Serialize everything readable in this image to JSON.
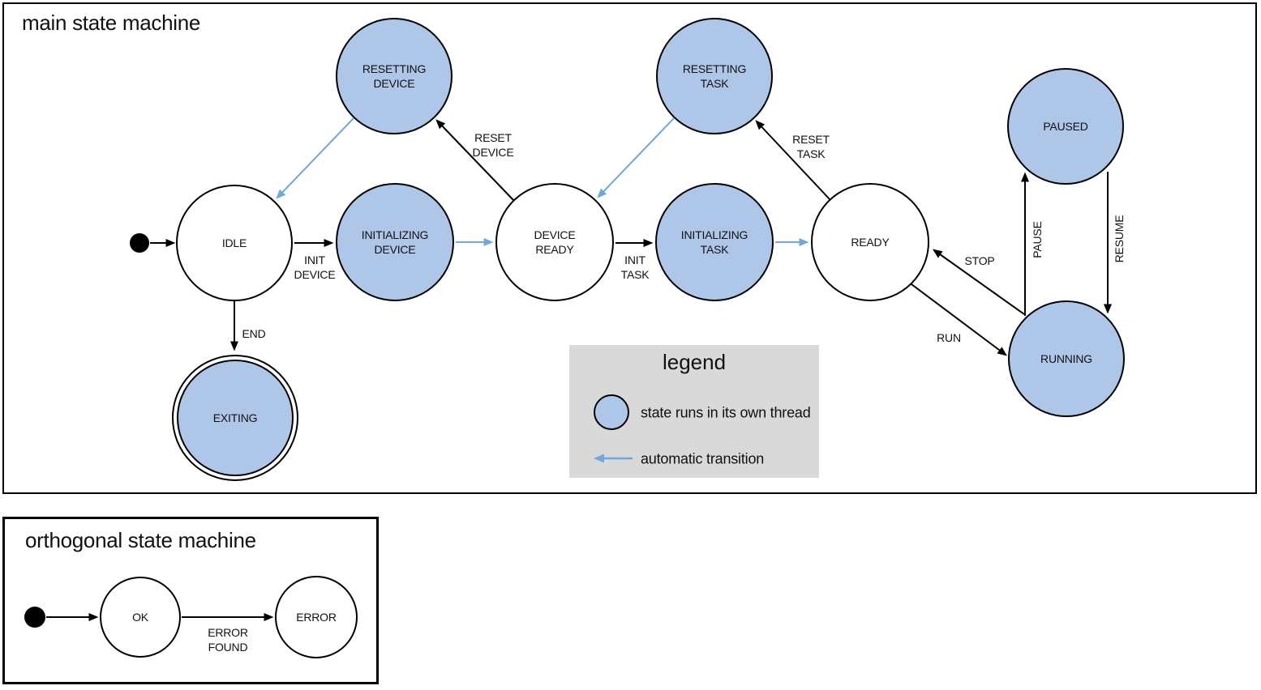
{
  "colors": {
    "thread_state_fill": "#aec6e8",
    "auto_transition_arrow": "#6fa8dc",
    "legend_background": "#d9d9d9",
    "stroke": "#000000"
  },
  "main_machine": {
    "title": "main state machine",
    "states": {
      "idle": "IDLE",
      "resetting_device": "RESETTING\nDEVICE",
      "initializing_device": "INITIALIZING\nDEVICE",
      "device_ready": "DEVICE\nREADY",
      "resetting_task": "RESETTING\nTASK",
      "initializing_task": "INITIALIZING\nTASK",
      "ready": "READY",
      "paused": "PAUSED",
      "running": "RUNNING",
      "exiting": "EXITING"
    },
    "transitions": {
      "init_device": "INIT\nDEVICE",
      "reset_device": "RESET\nDEVICE",
      "init_task": "INIT\nTASK",
      "reset_task": "RESET\nTASK",
      "end": "END",
      "stop": "STOP",
      "run": "RUN",
      "pause": "PAUSE",
      "resume": "RESUME"
    }
  },
  "legend": {
    "title": "legend",
    "items": [
      {
        "label": "state runs in its own thread"
      },
      {
        "label": "automatic transition"
      }
    ]
  },
  "orthogonal_machine": {
    "title": "orthogonal state machine",
    "states": {
      "ok": "OK",
      "error": "ERROR"
    },
    "transitions": {
      "error_found": "ERROR\nFOUND"
    }
  }
}
